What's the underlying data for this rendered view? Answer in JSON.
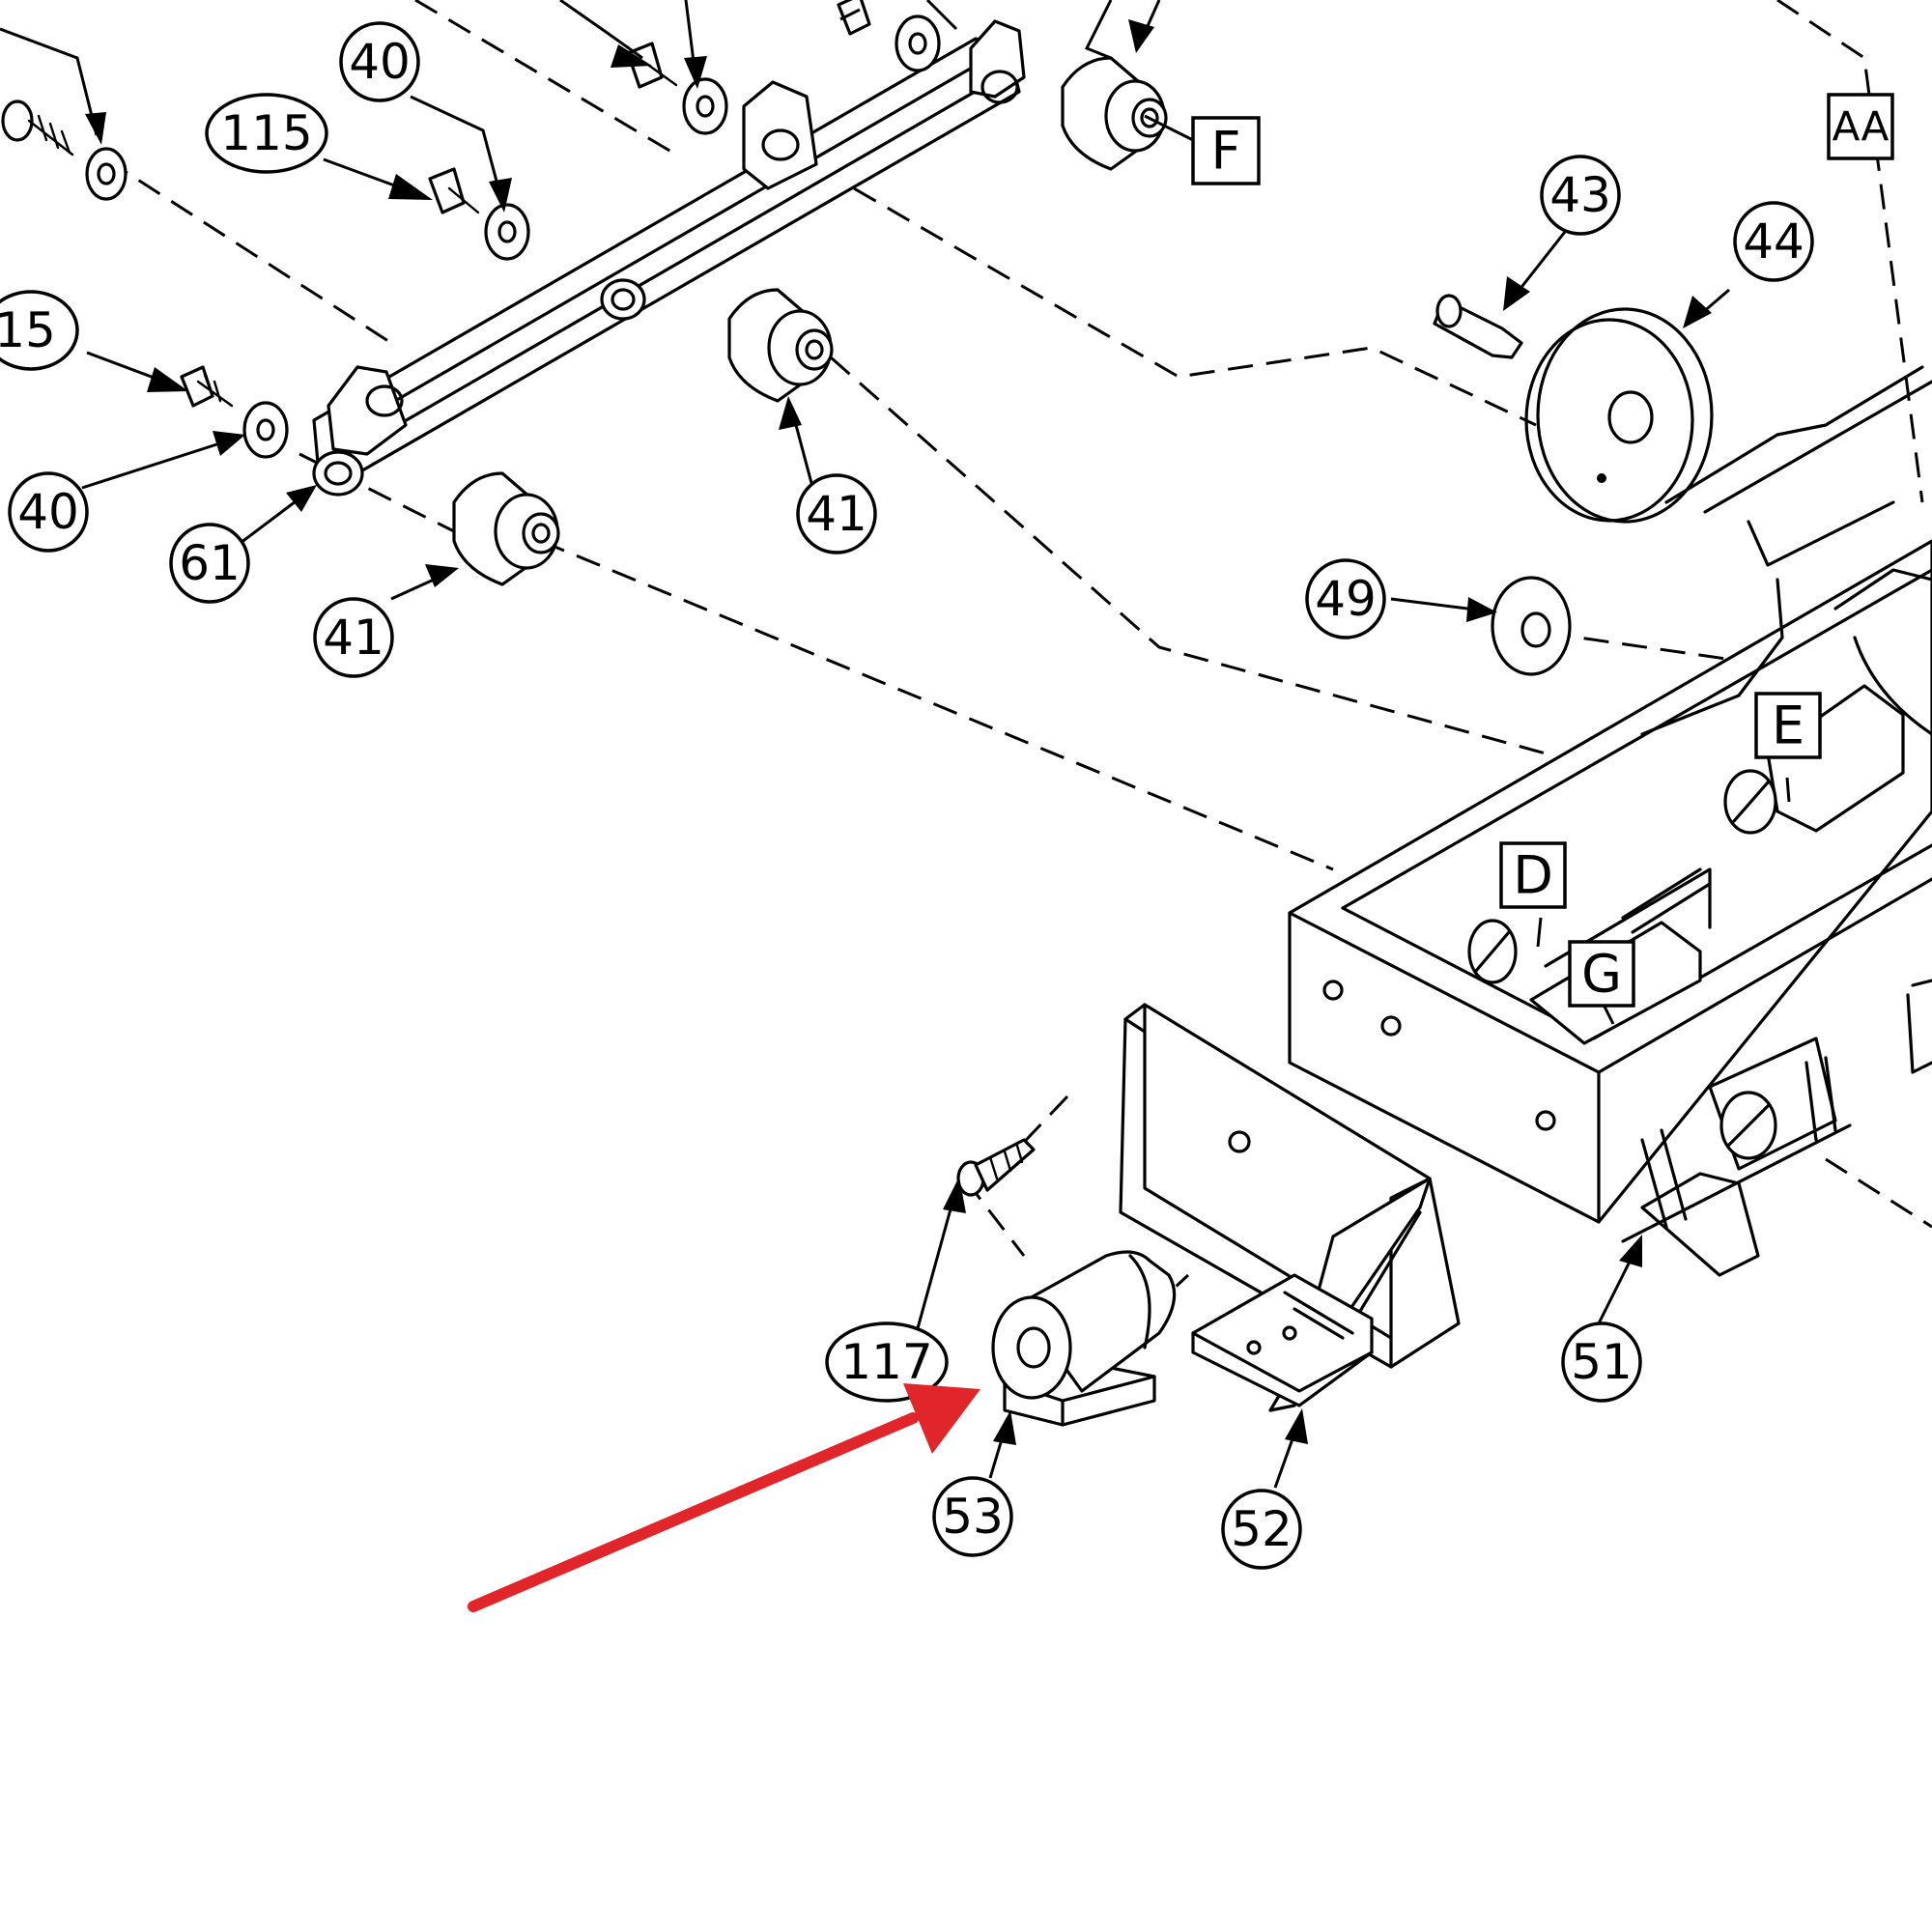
{
  "callouts": {
    "c115a": "115",
    "c40a": "40",
    "c15": "15",
    "c40b": "40",
    "c61": "61",
    "c41a": "41",
    "c41b": "41",
    "c43": "43",
    "c44": "44",
    "c49": "49",
    "c117": "117",
    "c53": "53",
    "c52": "52",
    "c51": "51"
  },
  "reference_boxes": {
    "F": "F",
    "AA": "AA",
    "E": "E",
    "D": "D",
    "G": "G"
  },
  "colors": {
    "line": "#000000",
    "highlight_arrow": "#e0262a",
    "background": "#ffffff"
  }
}
